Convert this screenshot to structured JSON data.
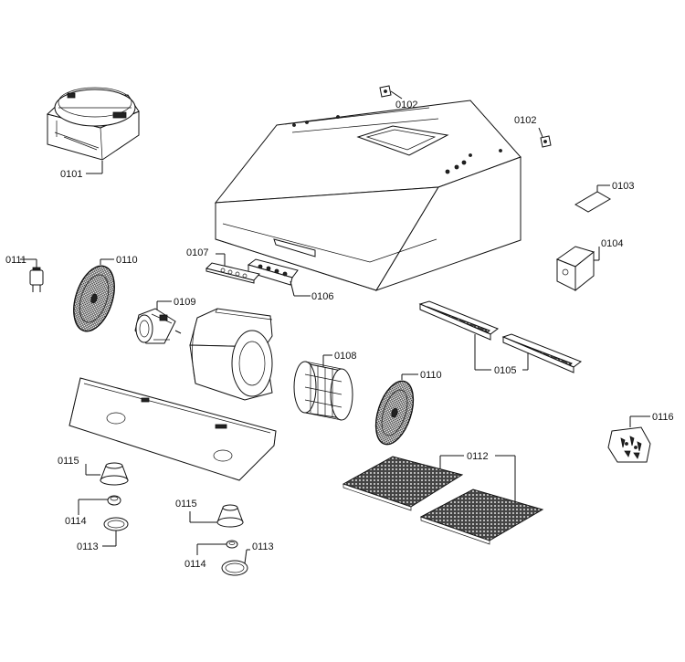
{
  "labels": {
    "p0101": "0101",
    "p0102a": "0102",
    "p0102b": "0102",
    "p0103": "0103",
    "p0104": "0104",
    "p0105": "0105",
    "p0106": "0106",
    "p0107": "0107",
    "p0108": "0108",
    "p0109": "0109",
    "p0110a": "0110",
    "p0110b": "0110",
    "p0111": "0111",
    "p0112": "0112",
    "p0113a": "0113",
    "p0113b": "0113",
    "p0114a": "0114",
    "p0114b": "0114",
    "p0115a": "0115",
    "p0115b": "0115",
    "p0116": "0116"
  }
}
